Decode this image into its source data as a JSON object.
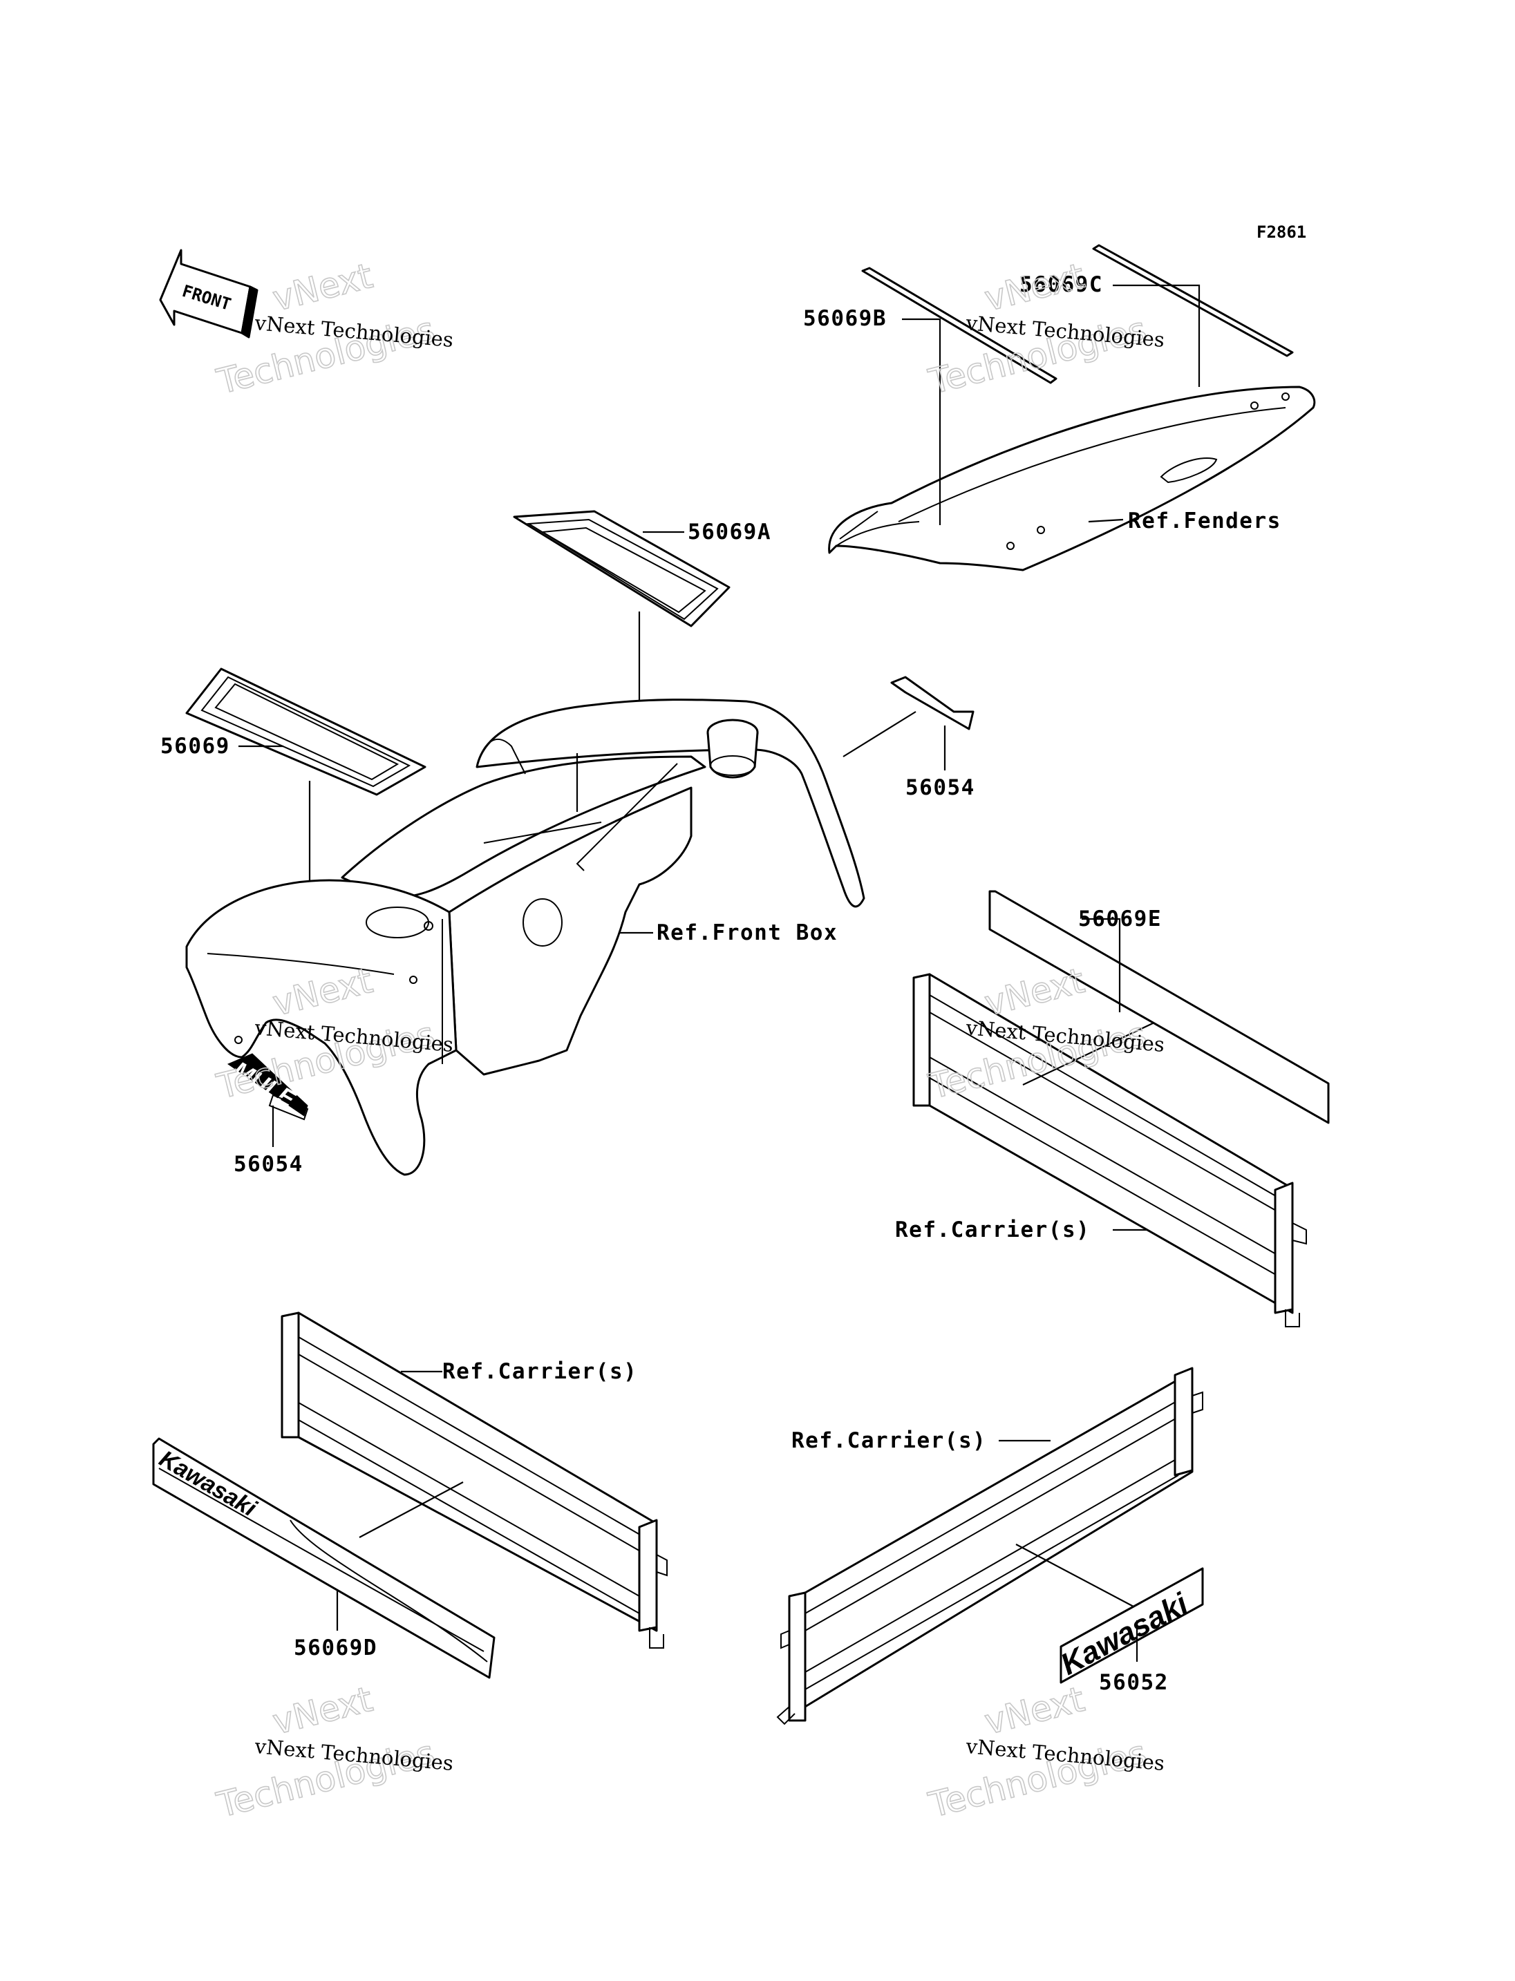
{
  "figure_code": "F2861",
  "front_arrow": "FRONT",
  "watermark": {
    "line1": "vNext Technologies",
    "line2": "vNext",
    "line3": "Technologies"
  },
  "labels": {
    "p56069C": "56069C",
    "p56069B": "56069B",
    "ref_fenders": "Ref.Fenders",
    "p56069A": "56069A",
    "p56069": "56069",
    "p56054_top": "56054",
    "ref_front_box": "Ref.Front Box",
    "p56069E": "56069E",
    "p56054_bottom": "56054",
    "ref_carrier_right": "Ref.Carrier(s)",
    "ref_carrier_left": "Ref.Carrier(s)",
    "ref_carrier_bottom": "Ref.Carrier(s)",
    "p56069D": "56069D",
    "p56052": "56052"
  },
  "decal_text": {
    "kawasaki_stripe": "Kawasaki",
    "kawasaki_emblem": "Kawasaki",
    "mule_emblem": "MULE"
  }
}
